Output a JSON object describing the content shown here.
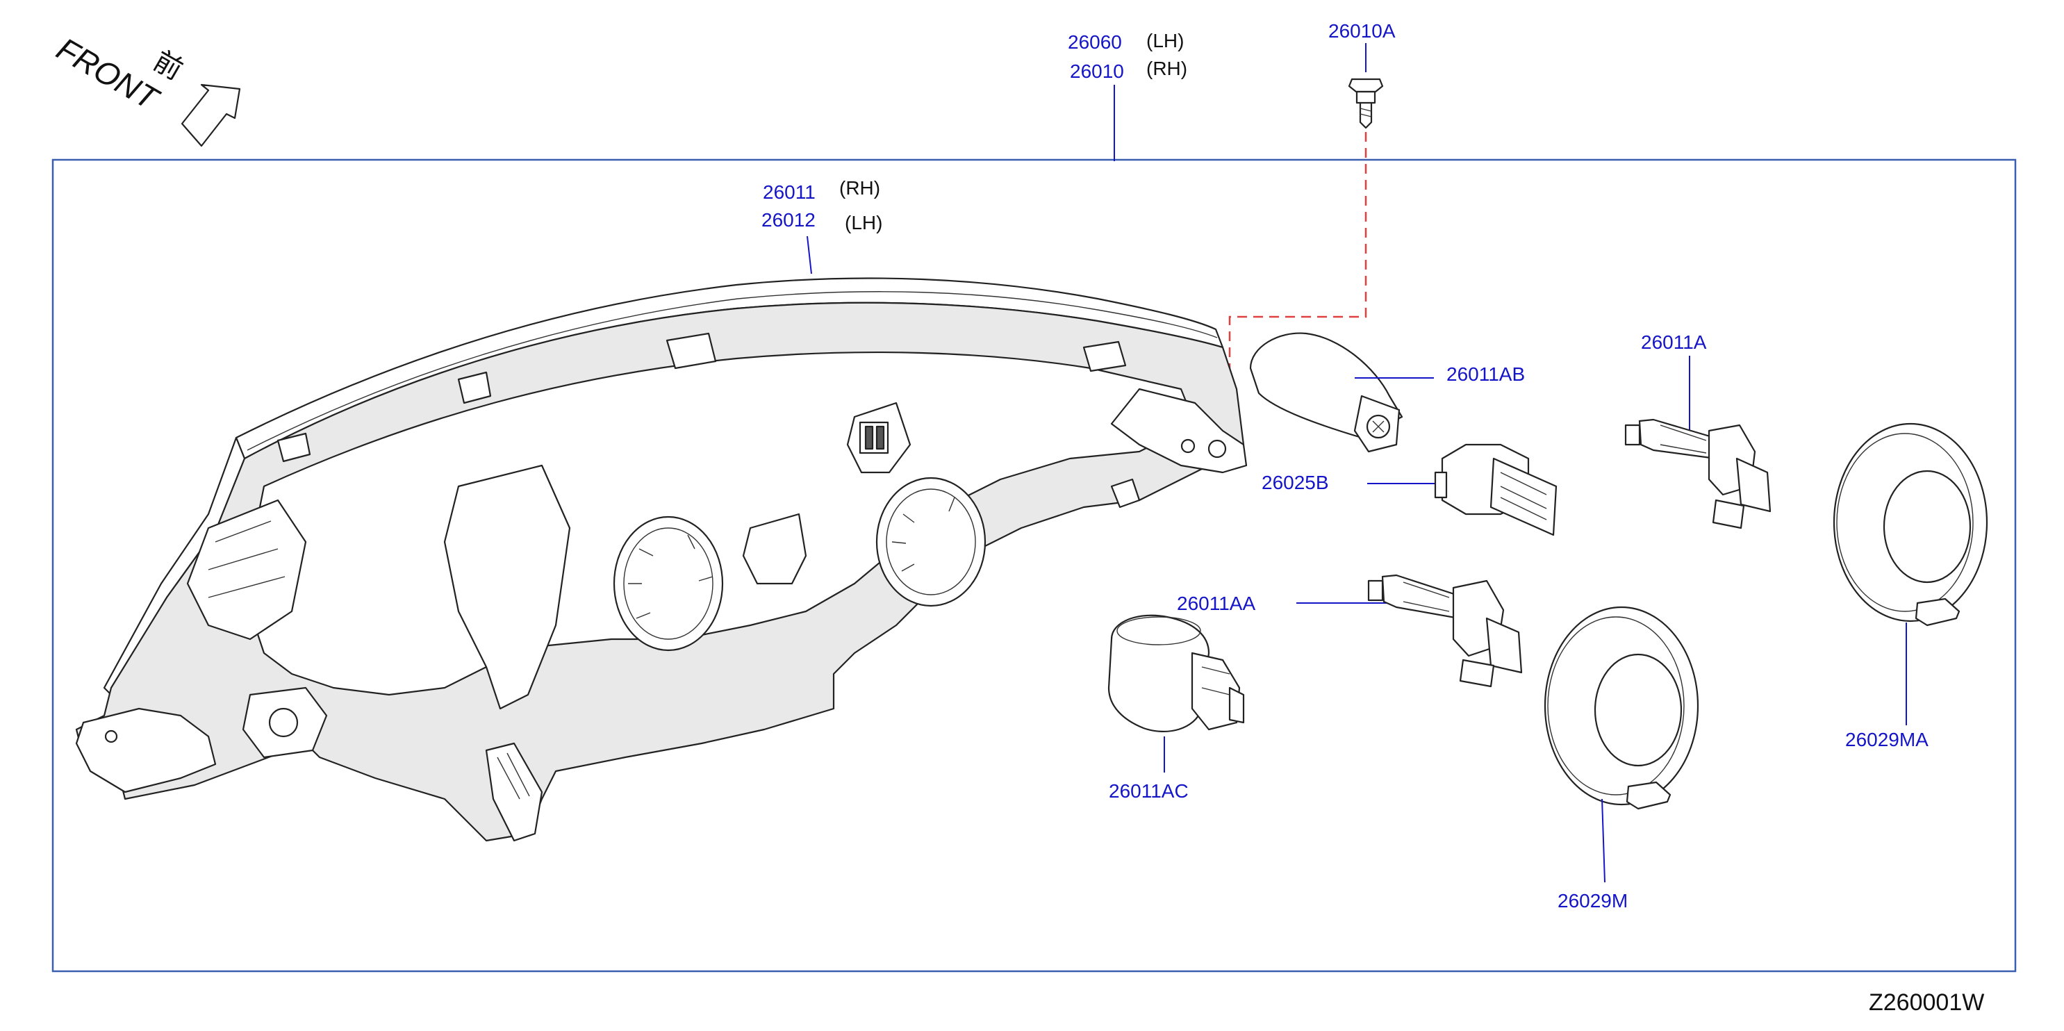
{
  "diagram": {
    "orientation": {
      "label": "FRONT",
      "kanji": "前"
    },
    "reference_code": "Z260001W",
    "parts": {
      "p26060": {
        "number": "26060",
        "side": "(LH)"
      },
      "p26010": {
        "number": "26010",
        "side": "(RH)"
      },
      "p26010A": {
        "number": "26010A"
      },
      "p26011": {
        "number": "26011",
        "side": "(RH)"
      },
      "p26012": {
        "number": "26012",
        "side": "(LH)"
      },
      "p26011AB": {
        "number": "26011AB"
      },
      "p26025B": {
        "number": "26025B"
      },
      "p26011A": {
        "number": "26011A"
      },
      "p26011AA": {
        "number": "26011AA"
      },
      "p26011AC": {
        "number": "26011AC"
      },
      "p26029MA": {
        "number": "26029MA"
      },
      "p26029M": {
        "number": "26029M"
      }
    },
    "colors": {
      "part_number": "#1515c8",
      "frame": "#3b5fb0",
      "screw_path": "#e04040",
      "line_art": "#222222"
    }
  }
}
